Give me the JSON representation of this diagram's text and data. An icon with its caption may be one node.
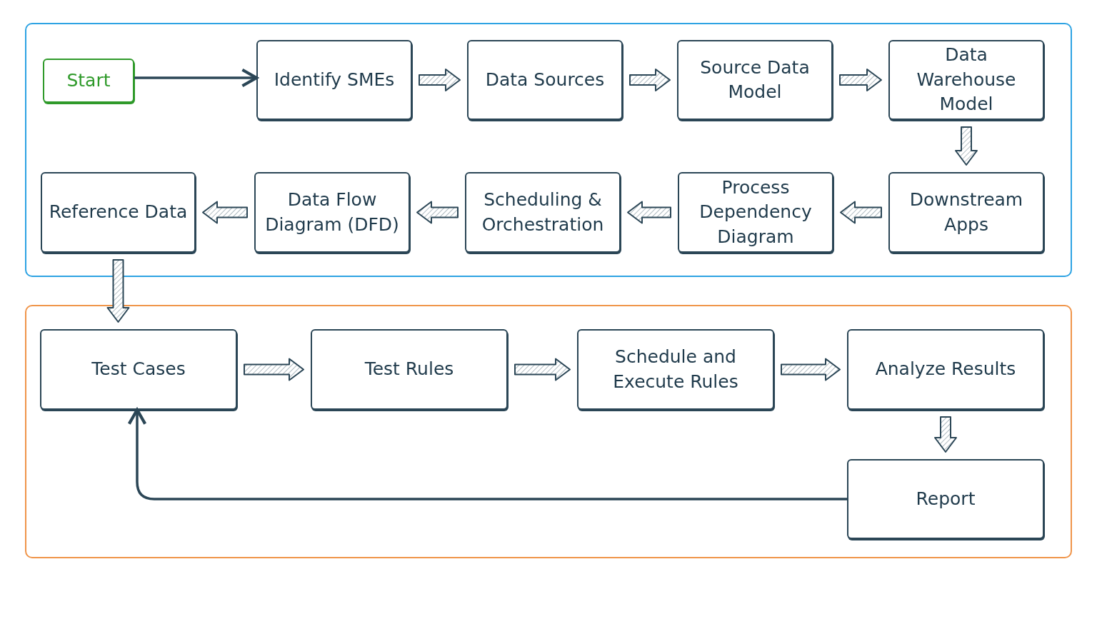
{
  "diagram": {
    "nodes": [
      {
        "text": [],
        "shape": "box"
      },
      {
        "text": [
          "Start"
        ],
        "in": 0
      },
      {
        "text": [
          "Identify SMEs"
        ],
        "in": 0
      },
      {
        "text": [
          "Data Sources"
        ],
        "in": 0
      },
      {
        "text": [
          "Source Data Model"
        ],
        "in": 0
      },
      {
        "text": [
          "Data Warehouse Model"
        ],
        "in": 0
      },
      {
        "text": [
          "Downstream Apps"
        ],
        "in": 0
      },
      {
        "text": [
          "Process Dependency Diagram"
        ],
        "in": 0
      },
      {
        "text": [
          "Scheduling & Orchestration"
        ],
        "in": 0
      },
      {
        "text": [
          "Data Flow Diagram (DFD)"
        ],
        "in": 0
      },
      {
        "text": [
          "Reference Data"
        ],
        "in": 0
      },
      {
        "text": [],
        "shape": "box"
      },
      {
        "text": [
          "Test Cases"
        ],
        "in": 11
      },
      {
        "text": [
          "Test Rules"
        ],
        "in": 11
      },
      {
        "text": [
          "Schedule and Execute Rules"
        ],
        "in": 11
      },
      {
        "text": [
          "Analyze Results"
        ],
        "in": 11
      },
      {
        "text": [
          "Report"
        ],
        "in": 11
      }
    ],
    "edges": [
      {
        "from": 1,
        "to": 2,
        "arrow": "to"
      },
      {
        "from": 2,
        "to": 3,
        "arrow": "to",
        "style": "thick"
      },
      {
        "from": 3,
        "to": 4,
        "arrow": "to",
        "style": "thick"
      },
      {
        "from": 4,
        "to": 5,
        "arrow": "to",
        "style": "thick"
      },
      {
        "from": 5,
        "to": 6,
        "arrow": "to",
        "style": "thick"
      },
      {
        "from": 6,
        "to": 7,
        "arrow": "to",
        "style": "thick"
      },
      {
        "from": 7,
        "to": 8,
        "arrow": "to",
        "style": "thick"
      },
      {
        "from": 8,
        "to": 9,
        "arrow": "to",
        "style": "thick"
      },
      {
        "from": 9,
        "to": 10,
        "arrow": "to",
        "style": "thick"
      },
      {
        "from": 10,
        "to": 12,
        "arrow": "to",
        "style": "thick"
      },
      {
        "from": 12,
        "to": 13,
        "arrow": "to",
        "style": "thick"
      },
      {
        "from": 13,
        "to": 14,
        "arrow": "to",
        "style": "thick"
      },
      {
        "from": 14,
        "to": 15,
        "arrow": "to",
        "style": "thick"
      },
      {
        "from": 15,
        "to": 16,
        "arrow": "to",
        "style": "thick"
      },
      {
        "from": 16,
        "to": 12,
        "arrow": "to"
      }
    ]
  }
}
